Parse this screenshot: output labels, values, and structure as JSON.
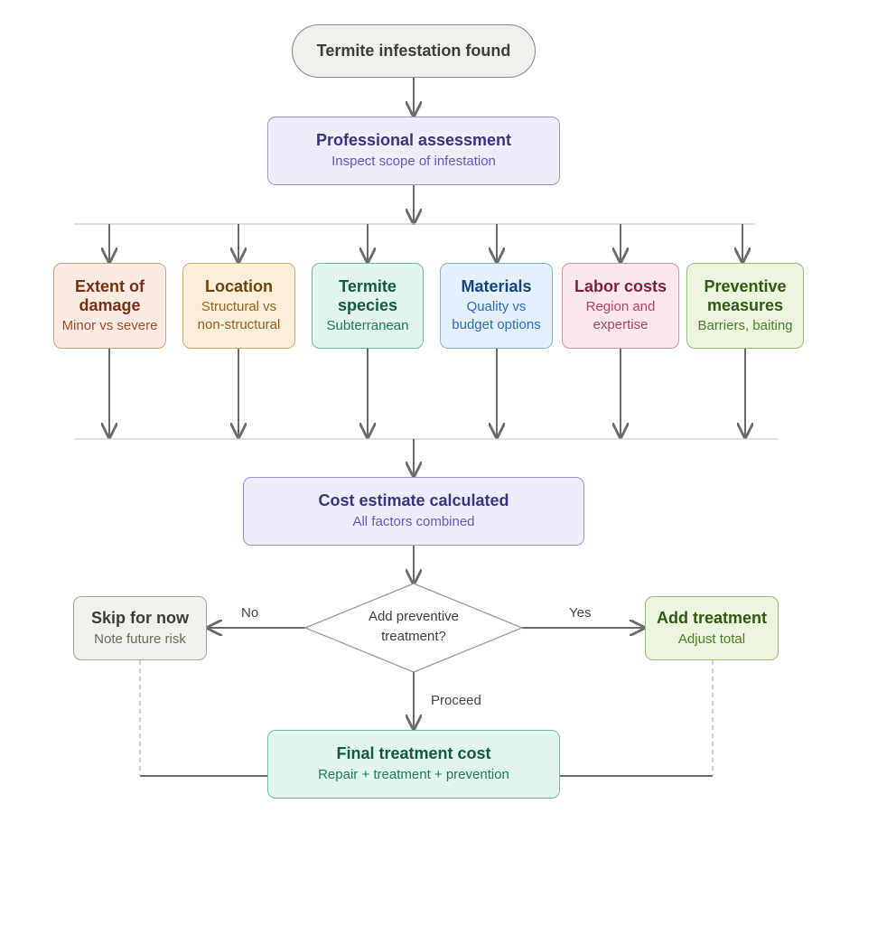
{
  "start": {
    "title": "Termite infestation found"
  },
  "assessment": {
    "title": "Professional assessment",
    "subtitle": "Inspect scope of infestation"
  },
  "factors": [
    {
      "title": "Extent of damage",
      "subtitle": "Minor vs severe"
    },
    {
      "title": "Location",
      "subtitle": "Structural vs non-structural"
    },
    {
      "title": "Termite species",
      "subtitle": "Subterranean"
    },
    {
      "title": "Materials",
      "subtitle": "Quality vs budget options"
    },
    {
      "title": "Labor costs",
      "subtitle": "Region and expertise"
    },
    {
      "title": "Preventive measures",
      "subtitle": "Barriers, baiting"
    }
  ],
  "estimate": {
    "title": "Cost estimate calculated",
    "subtitle": "All factors combined"
  },
  "decision": {
    "label": "Add preventive treatment?"
  },
  "skip": {
    "title": "Skip for now",
    "subtitle": "Note future risk"
  },
  "add": {
    "title": "Add treatment",
    "subtitle": "Adjust total"
  },
  "final": {
    "title": "Final treatment cost",
    "subtitle": "Repair + treatment + prevention"
  },
  "edges": {
    "no": "No",
    "yes": "Yes",
    "proceed": "Proceed"
  },
  "colors": {
    "line": "#6b6b6b",
    "divider": "#d0d0d0",
    "start_fill": "#f2f0ea",
    "start_stroke": "#8a877e",
    "start_text": "#3d3d3d",
    "purple_fill": "#ededfc",
    "purple_stroke": "#9a96dc",
    "purple_title": "#3b3380",
    "purple_sub": "#6458c4",
    "f1_fill": "#fbebe5",
    "f1_stroke": "#d99a86",
    "f1_title": "#7a2e12",
    "f1_sub": "#a8482a",
    "f2_fill": "#fbefdc",
    "f2_stroke": "#d7aa6a",
    "f2_title": "#6d4308",
    "f2_sub": "#96621a",
    "f3_fill": "#e2f5ee",
    "f3_stroke": "#6fbd9f",
    "f3_title": "#0f5a43",
    "f3_sub": "#1d7a5c",
    "f4_fill": "#e5f0fc",
    "f4_stroke": "#85aee0",
    "f4_title": "#14447e",
    "f4_sub": "#2c6cb6",
    "f5_fill": "#fbe8ee",
    "f5_stroke": "#dc8ea5",
    "f5_title": "#7e1f40",
    "f5_sub": "#b2406a",
    "f6_fill": "#ebf5df",
    "f6_stroke": "#94c270",
    "f6_title": "#2f5a12",
    "f6_sub": "#4e7d25",
    "skip_fill": "#f2f0ea",
    "skip_stroke": "#a8a498",
    "skip_title": "#3d3d3d",
    "skip_sub": "#6e6a60",
    "add_fill": "#ebf5df",
    "add_stroke": "#94c270",
    "add_title": "#2f5a12",
    "add_sub": "#4e7d25",
    "final_fill": "#e2f5ee",
    "final_stroke": "#6fbd9f",
    "final_title": "#0f5a43",
    "final_sub": "#1d7a5c"
  }
}
